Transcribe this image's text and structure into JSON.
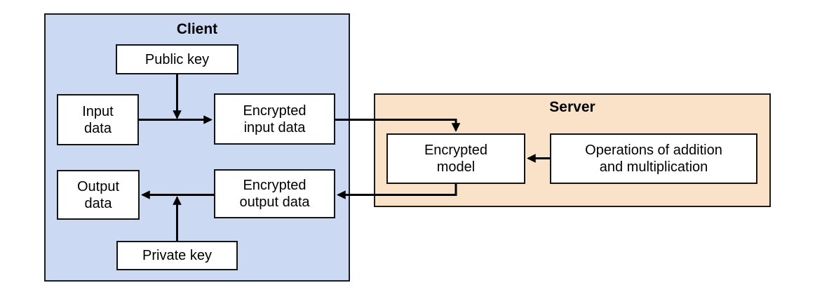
{
  "client": {
    "title": "Client",
    "boxes": {
      "public_key": "Public key",
      "input_data": "Input\ndata",
      "encrypted_input_data": "Encrypted\ninput data",
      "output_data": "Output\ndata",
      "encrypted_output_data": "Encrypted\noutput data",
      "private_key": "Private key"
    }
  },
  "server": {
    "title": "Server",
    "boxes": {
      "encrypted_model": "Encrypted\nmodel",
      "operations": "Operations of addition\nand multiplication"
    }
  },
  "edges": [
    {
      "from": "public_key",
      "to": "input_encryption_junction",
      "direction": "down"
    },
    {
      "from": "input_data",
      "to": "encrypted_input_data",
      "direction": "right"
    },
    {
      "from": "encrypted_input_data",
      "to": "encrypted_model",
      "direction": "right-then-down"
    },
    {
      "from": "operations",
      "to": "encrypted_model",
      "direction": "left"
    },
    {
      "from": "encrypted_model",
      "to": "encrypted_output_data",
      "direction": "down-then-left"
    },
    {
      "from": "encrypted_output_data",
      "to": "output_data",
      "direction": "left"
    },
    {
      "from": "private_key",
      "to": "output_decryption_junction",
      "direction": "up"
    }
  ],
  "colors": {
    "client_fill": "#cbd9f3",
    "server_fill": "#f9e2c7",
    "box_fill": "#ffffff",
    "border": "#1c1c1c",
    "arrow": "#000000",
    "background": "#ffffff"
  }
}
